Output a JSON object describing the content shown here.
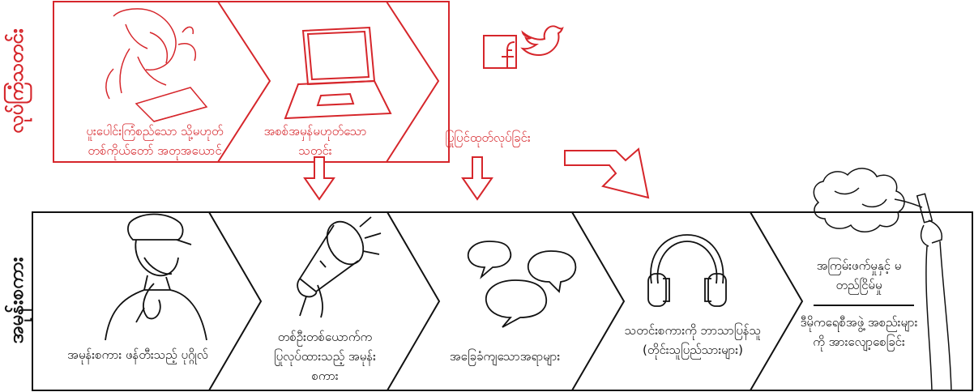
{
  "disinformation_row": {
    "title": "လုပ်ကြံသတင်း",
    "steps": [
      {
        "caption": "ပူးပေါင်းကြံစည်သော သို့မဟုတ် တစ်ကိုယ်တော် အတုအယောင်"
      },
      {
        "caption": "အစစ်အမှန်မဟုတ်သော သတင်း"
      },
      {
        "caption": "ပြုပြင်ထုတ်လုပ်ခြင်း"
      }
    ]
  },
  "hate_speech_row": {
    "title": "အမုန်းစကား",
    "steps": [
      {
        "caption": "အမုန်းစကား ဖန်တီးသည့် ပုဂ္ဂိုလ်"
      },
      {
        "caption": "တစ်ဦးတစ်ယောက်က ပြုလုပ်ထားသည့် အမုန်းစကား"
      },
      {
        "caption": "အခြေခံကျသောအရာများ"
      },
      {
        "caption": "သတင်းစကားကို ဘာသာပြန်သူ (တိုင်းသူပြည်သားများ)"
      }
    ],
    "outcome": {
      "top_caption": "အကြမ်းဖက်မှုနှင့် မတည်ငြိမ်မှု",
      "bottom_caption": "ဒီမိုကရေစီအဖွဲ့ အစည်းများကို အားလျော့စေခြင်း"
    }
  },
  "colors": {
    "red": "#d6262b",
    "dark": "#111111"
  },
  "icons": [
    "person-with-laptop-icon",
    "laptop-icon",
    "facebook-icon",
    "twitter-icon",
    "person-crying-icon",
    "megaphone-icon",
    "speech-bubbles-icon",
    "headphones-icon",
    "smoke-torch-icon"
  ]
}
